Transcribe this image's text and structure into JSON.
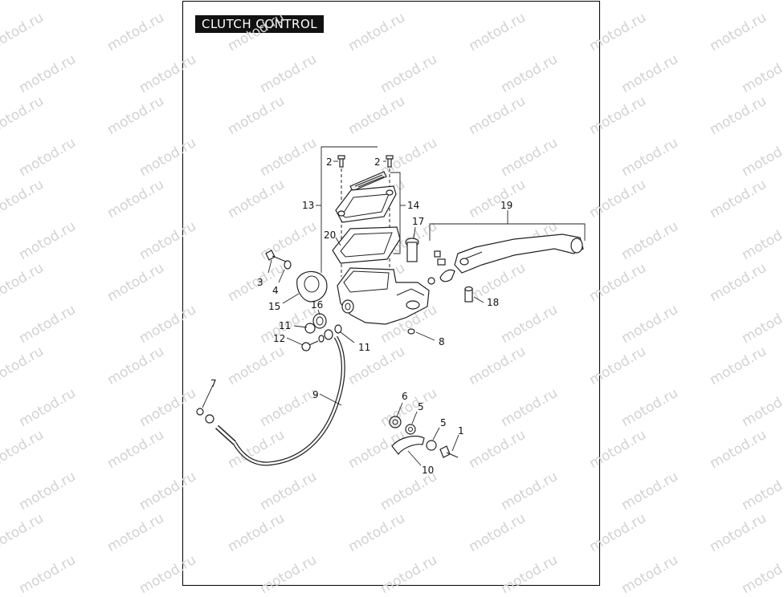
{
  "title": "CLUTCH CONTROL",
  "watermark": "motod.ru",
  "callouts": {
    "c1": "1",
    "c2a": "2",
    "c2b": "2",
    "c3": "3",
    "c4": "4",
    "c5a": "5",
    "c5b": "5",
    "c6": "6",
    "c7": "7",
    "c8": "8",
    "c9": "9",
    "c10": "10",
    "c11a": "11",
    "c11b": "11",
    "c12": "12",
    "c13": "13",
    "c14": "14",
    "c15": "15",
    "c16": "16",
    "c17": "17",
    "c18": "18",
    "c19": "19",
    "c20": "20"
  },
  "colors": {
    "ink": "#222222",
    "title_bg": "#111111",
    "watermark": "#d2d2d2"
  }
}
